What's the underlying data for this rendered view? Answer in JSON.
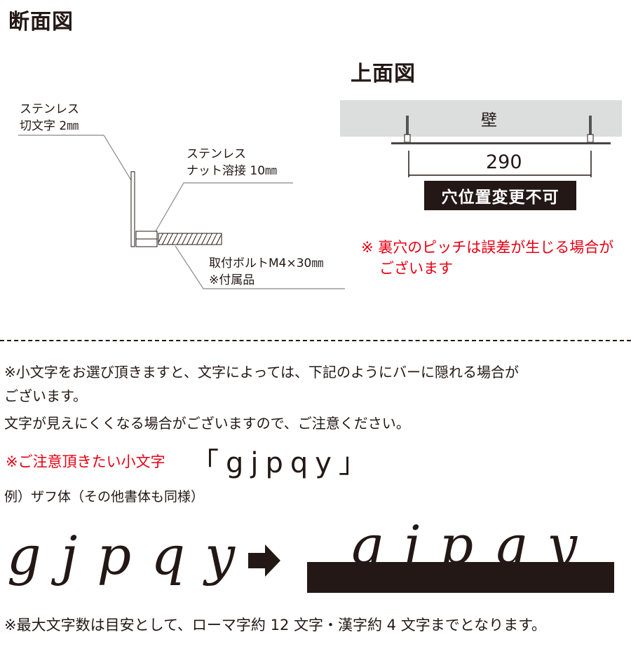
{
  "section_view": {
    "title": "断面図",
    "label_letter_plate": [
      "ステンレス",
      "切文字 2㎜"
    ],
    "label_nut": [
      "ステンレス",
      "ナット溶接 10㎜"
    ],
    "label_bolt": [
      "取付ボルトM4×30㎜",
      "※付属品"
    ]
  },
  "top_view": {
    "title": "上面図",
    "wall_label": "壁",
    "dimension": "290",
    "badge": "穴位置変更不可",
    "note_lines": [
      "※ 裏穴のピッチは誤差が生じる場合が",
      "ございます"
    ]
  },
  "notes": {
    "line1": "※小文字をお選び頂きますと、文字によっては、下記のようにバーに隠れる場合が",
    "line2": "ございます。",
    "line3": "文字が見えにくくなる場合がございますので、ご注意ください。",
    "caution_label": "※ご注意頂きたい小文字",
    "caution_letters": "「gjpqy」",
    "example_label": "例）ザフ体（その他書体も同様）",
    "sample_before": "g j p q y",
    "sample_after": "g j p q y",
    "footer": "※最大文字数は目安として、ローマ字約 12 文字・漢字約 4 文字までとなります。"
  },
  "colors": {
    "text": "#231815",
    "accent_red": "#e60012",
    "wall_gray": "#dcdddd"
  }
}
